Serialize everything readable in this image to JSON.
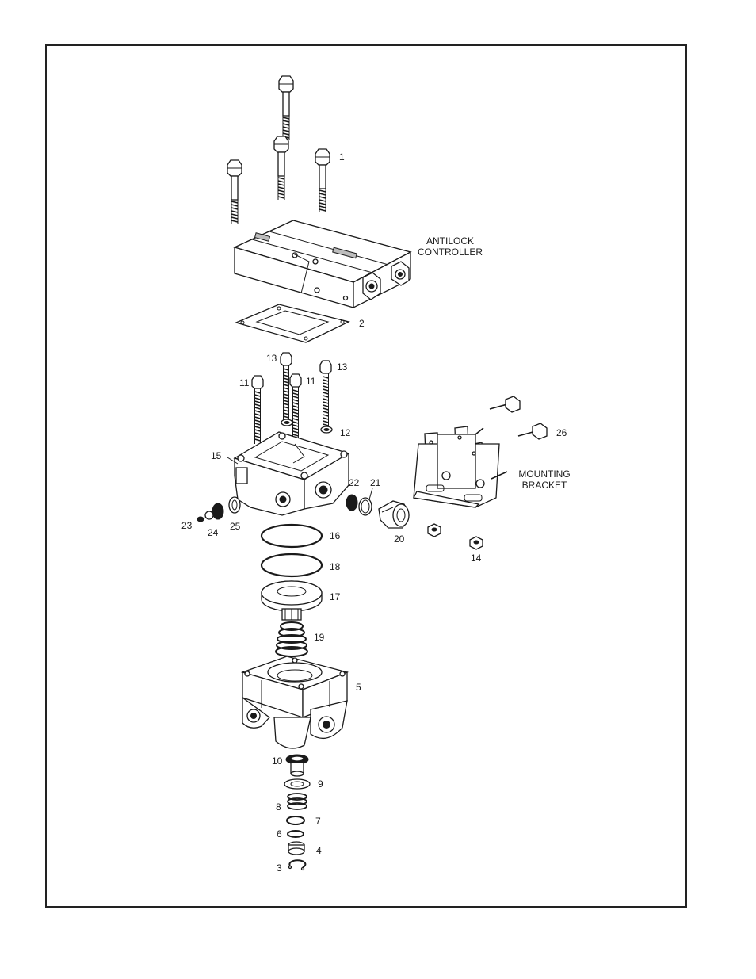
{
  "labels": {
    "antilock_controller_line1": "ANTILOCK",
    "antilock_controller_line2": "CONTROLLER",
    "mounting_bracket_line1": "MOUNTING",
    "mounting_bracket_line2": "BRACKET",
    "p1": "1",
    "p2": "2",
    "p3": "3",
    "p4": "4",
    "p5": "5",
    "p6": "6",
    "p7": "7",
    "p8": "8",
    "p9": "9",
    "p10": "10",
    "p11a": "11",
    "p11b": "11",
    "p12": "12",
    "p13a": "13",
    "p13b": "13",
    "p14": "14",
    "p15": "15",
    "p16": "16",
    "p17": "17",
    "p18": "18",
    "p19": "19",
    "p20": "20",
    "p21": "21",
    "p22": "22",
    "p23": "23",
    "p24": "24",
    "p25": "25",
    "p26": "26"
  }
}
